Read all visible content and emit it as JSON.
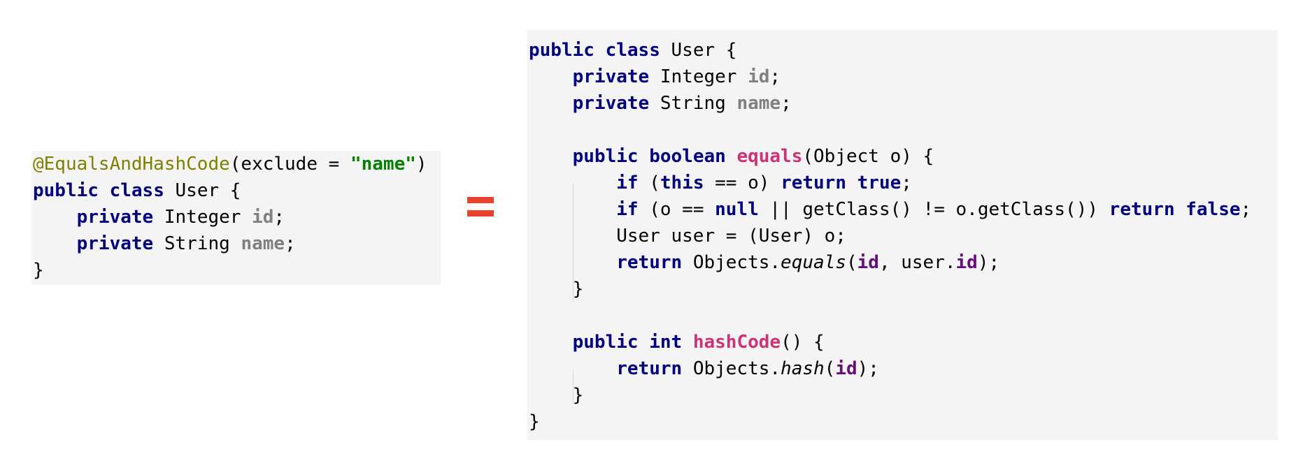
{
  "left_code": {
    "line1": {
      "annotation": "@EqualsAndHashCode",
      "open": "(exclude = ",
      "string": "\"name\"",
      "close": ")"
    },
    "line2": {
      "kw1": "public",
      "kw2": "class",
      "rest": "User {"
    },
    "line3": {
      "indent": "    ",
      "kw": "private",
      "type": "Integer",
      "field": "id",
      "end": ";"
    },
    "line4": {
      "indent": "    ",
      "kw": "private",
      "type": "String",
      "field": "name",
      "end": ";"
    },
    "line5": {
      "text": "}"
    }
  },
  "right_code": {
    "l1": {
      "kw1": "public",
      "kw2": "class",
      "rest": "User {"
    },
    "l2": {
      "indent": "    ",
      "kw": "private",
      "type": "Integer",
      "field": "id",
      "end": ";"
    },
    "l3": {
      "indent": "    ",
      "kw": "private",
      "type": "String",
      "field": "name",
      "end": ";"
    },
    "l5": {
      "indent": "    ",
      "kw1": "public",
      "kw2": "boolean",
      "method": "equals",
      "rest": "(Object o) {"
    },
    "l6": {
      "indent": "        ",
      "kw_if": "if",
      "mid": "(",
      "kw_this": "this",
      "mid2": "== o) ",
      "kw_return": "return",
      "kw_true": "true",
      "end": ";"
    },
    "l7": {
      "indent": "        ",
      "kw_if": "if",
      "mid": "(o == ",
      "kw_null": "null",
      "mid2": "|| getClass() != o.getClass()) ",
      "kw_return": "return",
      "kw_false": "false",
      "end": ";"
    },
    "l8": {
      "text": "        User user = (User) o;"
    },
    "l9": {
      "indent": "        ",
      "kw_return": "return",
      "obj": "Objects.",
      "method": "equals",
      "open": "(",
      "f1": "id",
      "sep": ", user.",
      "f2": "id",
      "close": ");"
    },
    "l10": {
      "text": "    }"
    },
    "l12": {
      "indent": "    ",
      "kw1": "public",
      "kw2": "int",
      "method": "hashCode",
      "rest": "() {"
    },
    "l13": {
      "indent": "        ",
      "kw_return": "return",
      "obj": "Objects.",
      "method": "hash",
      "open": "(",
      "f1": "id",
      "close": ");"
    },
    "l14": {
      "text": "    }"
    },
    "l15": {
      "text": "}"
    }
  },
  "colors": {
    "keyword": "#000080",
    "field": "#808080",
    "field_ref": "#660e7a",
    "annotation": "#808000",
    "string": "#008000",
    "method_decl": "#cc3377",
    "equals_sign": "#e8432a",
    "code_bg": "#f4f4f4"
  }
}
